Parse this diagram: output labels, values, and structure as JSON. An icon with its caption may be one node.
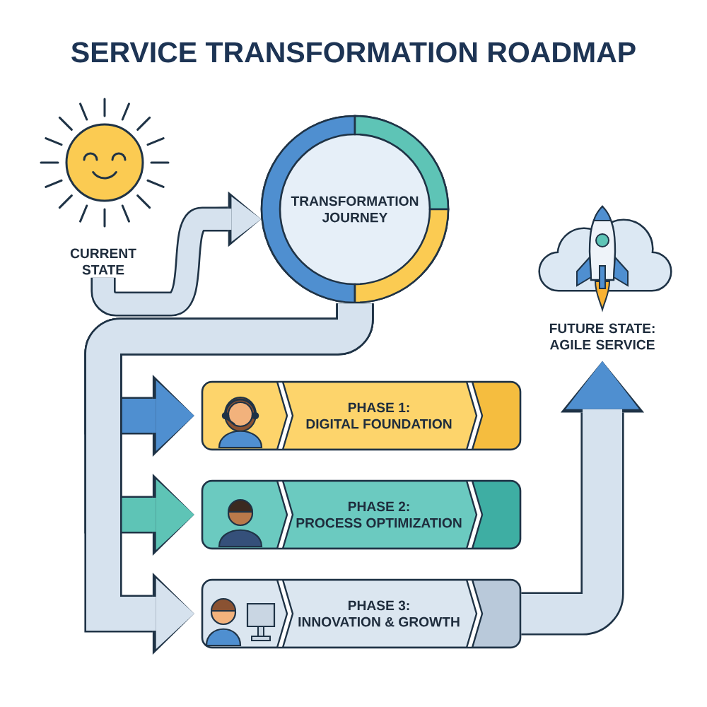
{
  "diagram": {
    "title": "SERVICE TRANSFORMATION ROADMAP",
    "nodes": [
      {
        "text": [
          "CURRENT STATE"
        ]
      },
      {
        "text": [
          "TRANSFORMATION JOURNEY"
        ]
      },
      {
        "text": [
          "PHASE 1:",
          "DIGITAL FOUNDATION"
        ]
      },
      {
        "text": [
          "PHASE 2:",
          "PROCESS OPTIMIZATION"
        ]
      },
      {
        "text": [
          "PHASE 3:",
          "INNOVATION & GROWTH"
        ]
      },
      {
        "text": [
          "FUTURE STATE: AGILE SERVICE"
        ]
      }
    ],
    "edges": [
      {
        "from": 0,
        "to": 1,
        "arrow": "to"
      },
      {
        "from": 1,
        "to": 2,
        "arrow": "to",
        "color": "#4f8fd0"
      },
      {
        "from": 1,
        "to": 3,
        "arrow": "to",
        "color": "#5ec4b6"
      },
      {
        "from": 1,
        "to": 4,
        "arrow": "to"
      },
      {
        "from": 4,
        "to": 5,
        "arrow": "to"
      }
    ]
  }
}
